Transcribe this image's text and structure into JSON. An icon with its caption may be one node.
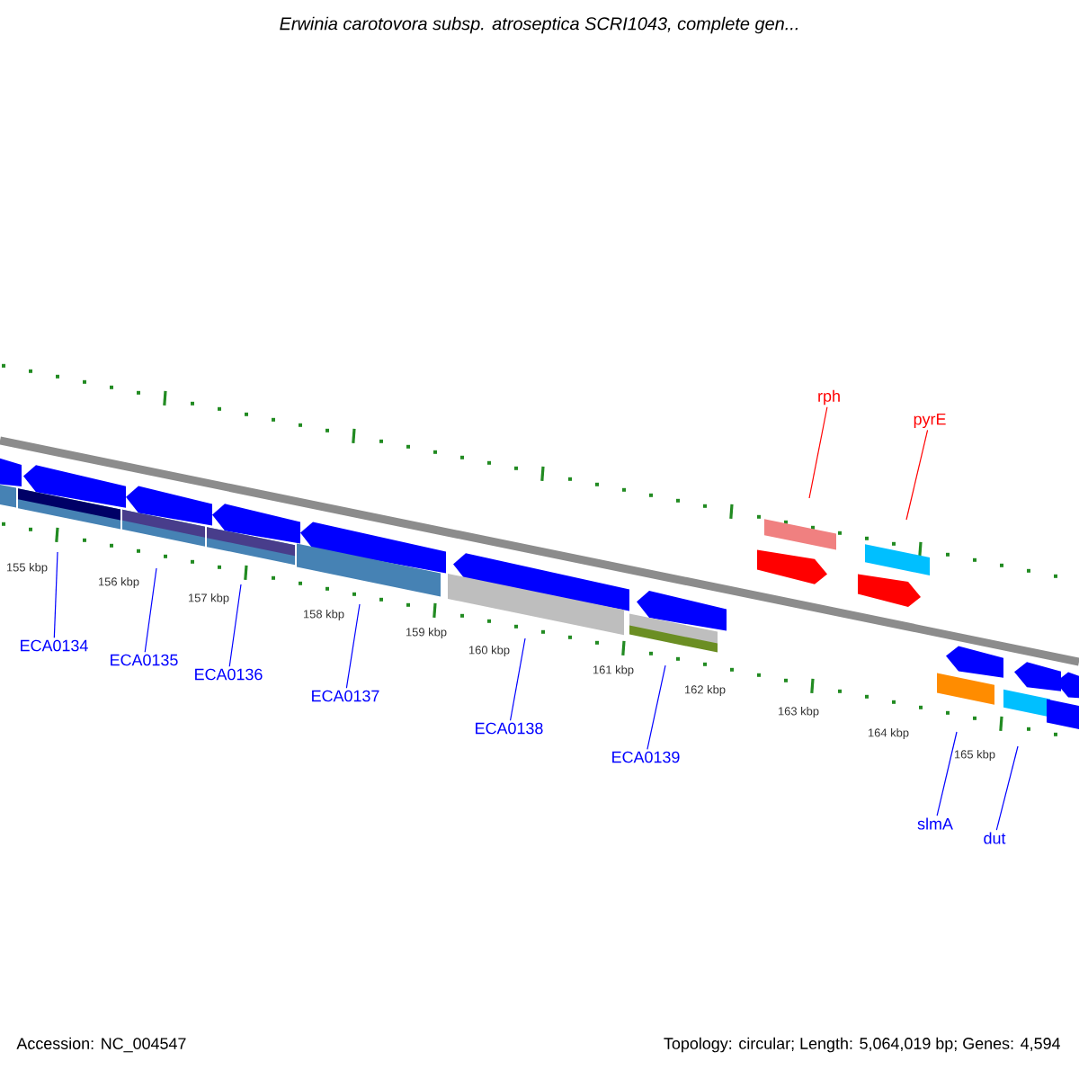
{
  "diagram": {
    "title": "Erwinia carotovora subsp. atroseptica SCRI1043, complete gen...",
    "nodes": [
      {
        "text": [
          "rph"
        ]
      },
      {
        "text": [
          "pyrE"
        ]
      },
      {
        "text": [
          "ECA0134"
        ]
      },
      {
        "text": [
          "ECA0135"
        ]
      },
      {
        "text": [
          "ECA0136"
        ]
      },
      {
        "text": [
          "ECA0137"
        ]
      },
      {
        "text": [
          "ECA0138"
        ]
      },
      {
        "text": [
          "ECA0139"
        ]
      },
      {
        "text": [
          "slmA"
        ]
      },
      {
        "text": [
          "dut"
        ]
      }
    ],
    "edges": [
      {
        "from": 0,
        "to": null,
        "arrow": "none",
        "color": "#ff0000"
      },
      {
        "from": 1,
        "to": null,
        "arrow": "none",
        "color": "#ff0000"
      },
      {
        "from": 2,
        "to": null,
        "arrow": "none"
      },
      {
        "from": 3,
        "to": null,
        "arrow": "none"
      },
      {
        "from": 4,
        "to": null,
        "arrow": "none"
      },
      {
        "from": 5,
        "to": null,
        "arrow": "none"
      },
      {
        "from": 6,
        "to": null,
        "arrow": "none"
      },
      {
        "from": 7,
        "to": null,
        "arrow": "none"
      },
      {
        "from": 8,
        "to": null,
        "arrow": "none"
      },
      {
        "from": 9,
        "to": null,
        "arrow": "none"
      }
    ],
    "labels": [
      "155 kbp",
      "156 kbp",
      "157 kbp",
      "158 kbp",
      "159 kbp",
      "160 kbp",
      "161 kbp",
      "162 kbp",
      "163 kbp",
      "164 kbp",
      "165 kbp",
      "Accession: NC_004547",
      "Topology: circular; Length: 5,064,019 bp; Genes: 4,594"
    ]
  }
}
